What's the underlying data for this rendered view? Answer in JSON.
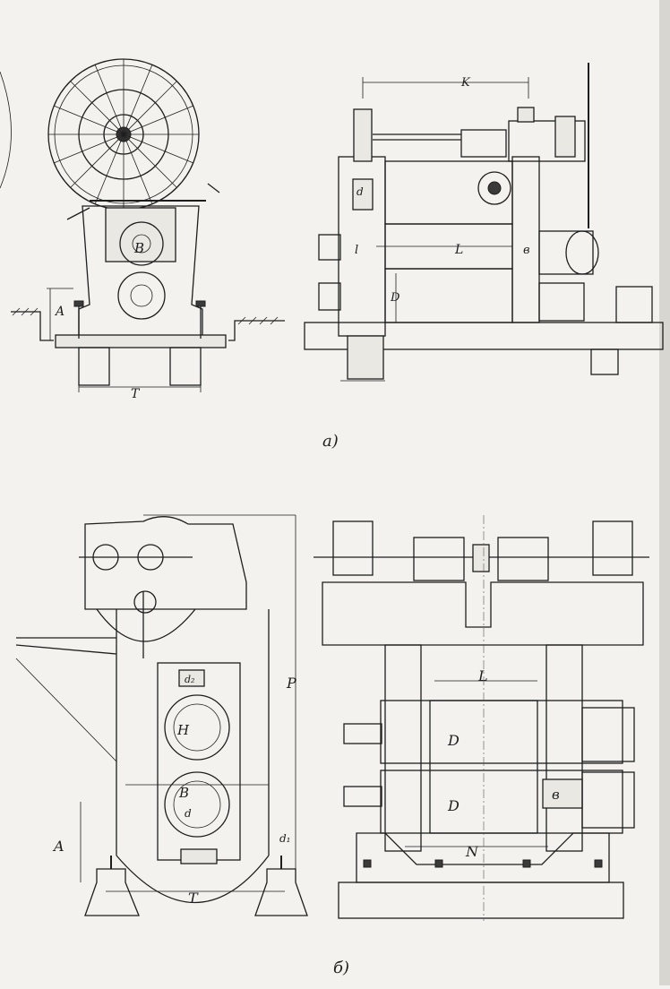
{
  "figure": {
    "captions": {
      "a": "а)",
      "b": "б)"
    },
    "panel_a": {
      "front": {
        "A": "A",
        "B": "B",
        "T": "T"
      },
      "side": {
        "K": "K",
        "d": "d",
        "l": "l",
        "L": "L",
        "D": "D",
        "b": "в"
      }
    },
    "panel_b": {
      "front": {
        "P": "P",
        "d2": "d₂",
        "H": "H",
        "B": "B",
        "d": "d",
        "A": "A",
        "d1": "d₁",
        "T": "T"
      },
      "side": {
        "L": "L",
        "D_top": "D",
        "D_bot": "D",
        "b": "в",
        "N": "N"
      }
    }
  }
}
